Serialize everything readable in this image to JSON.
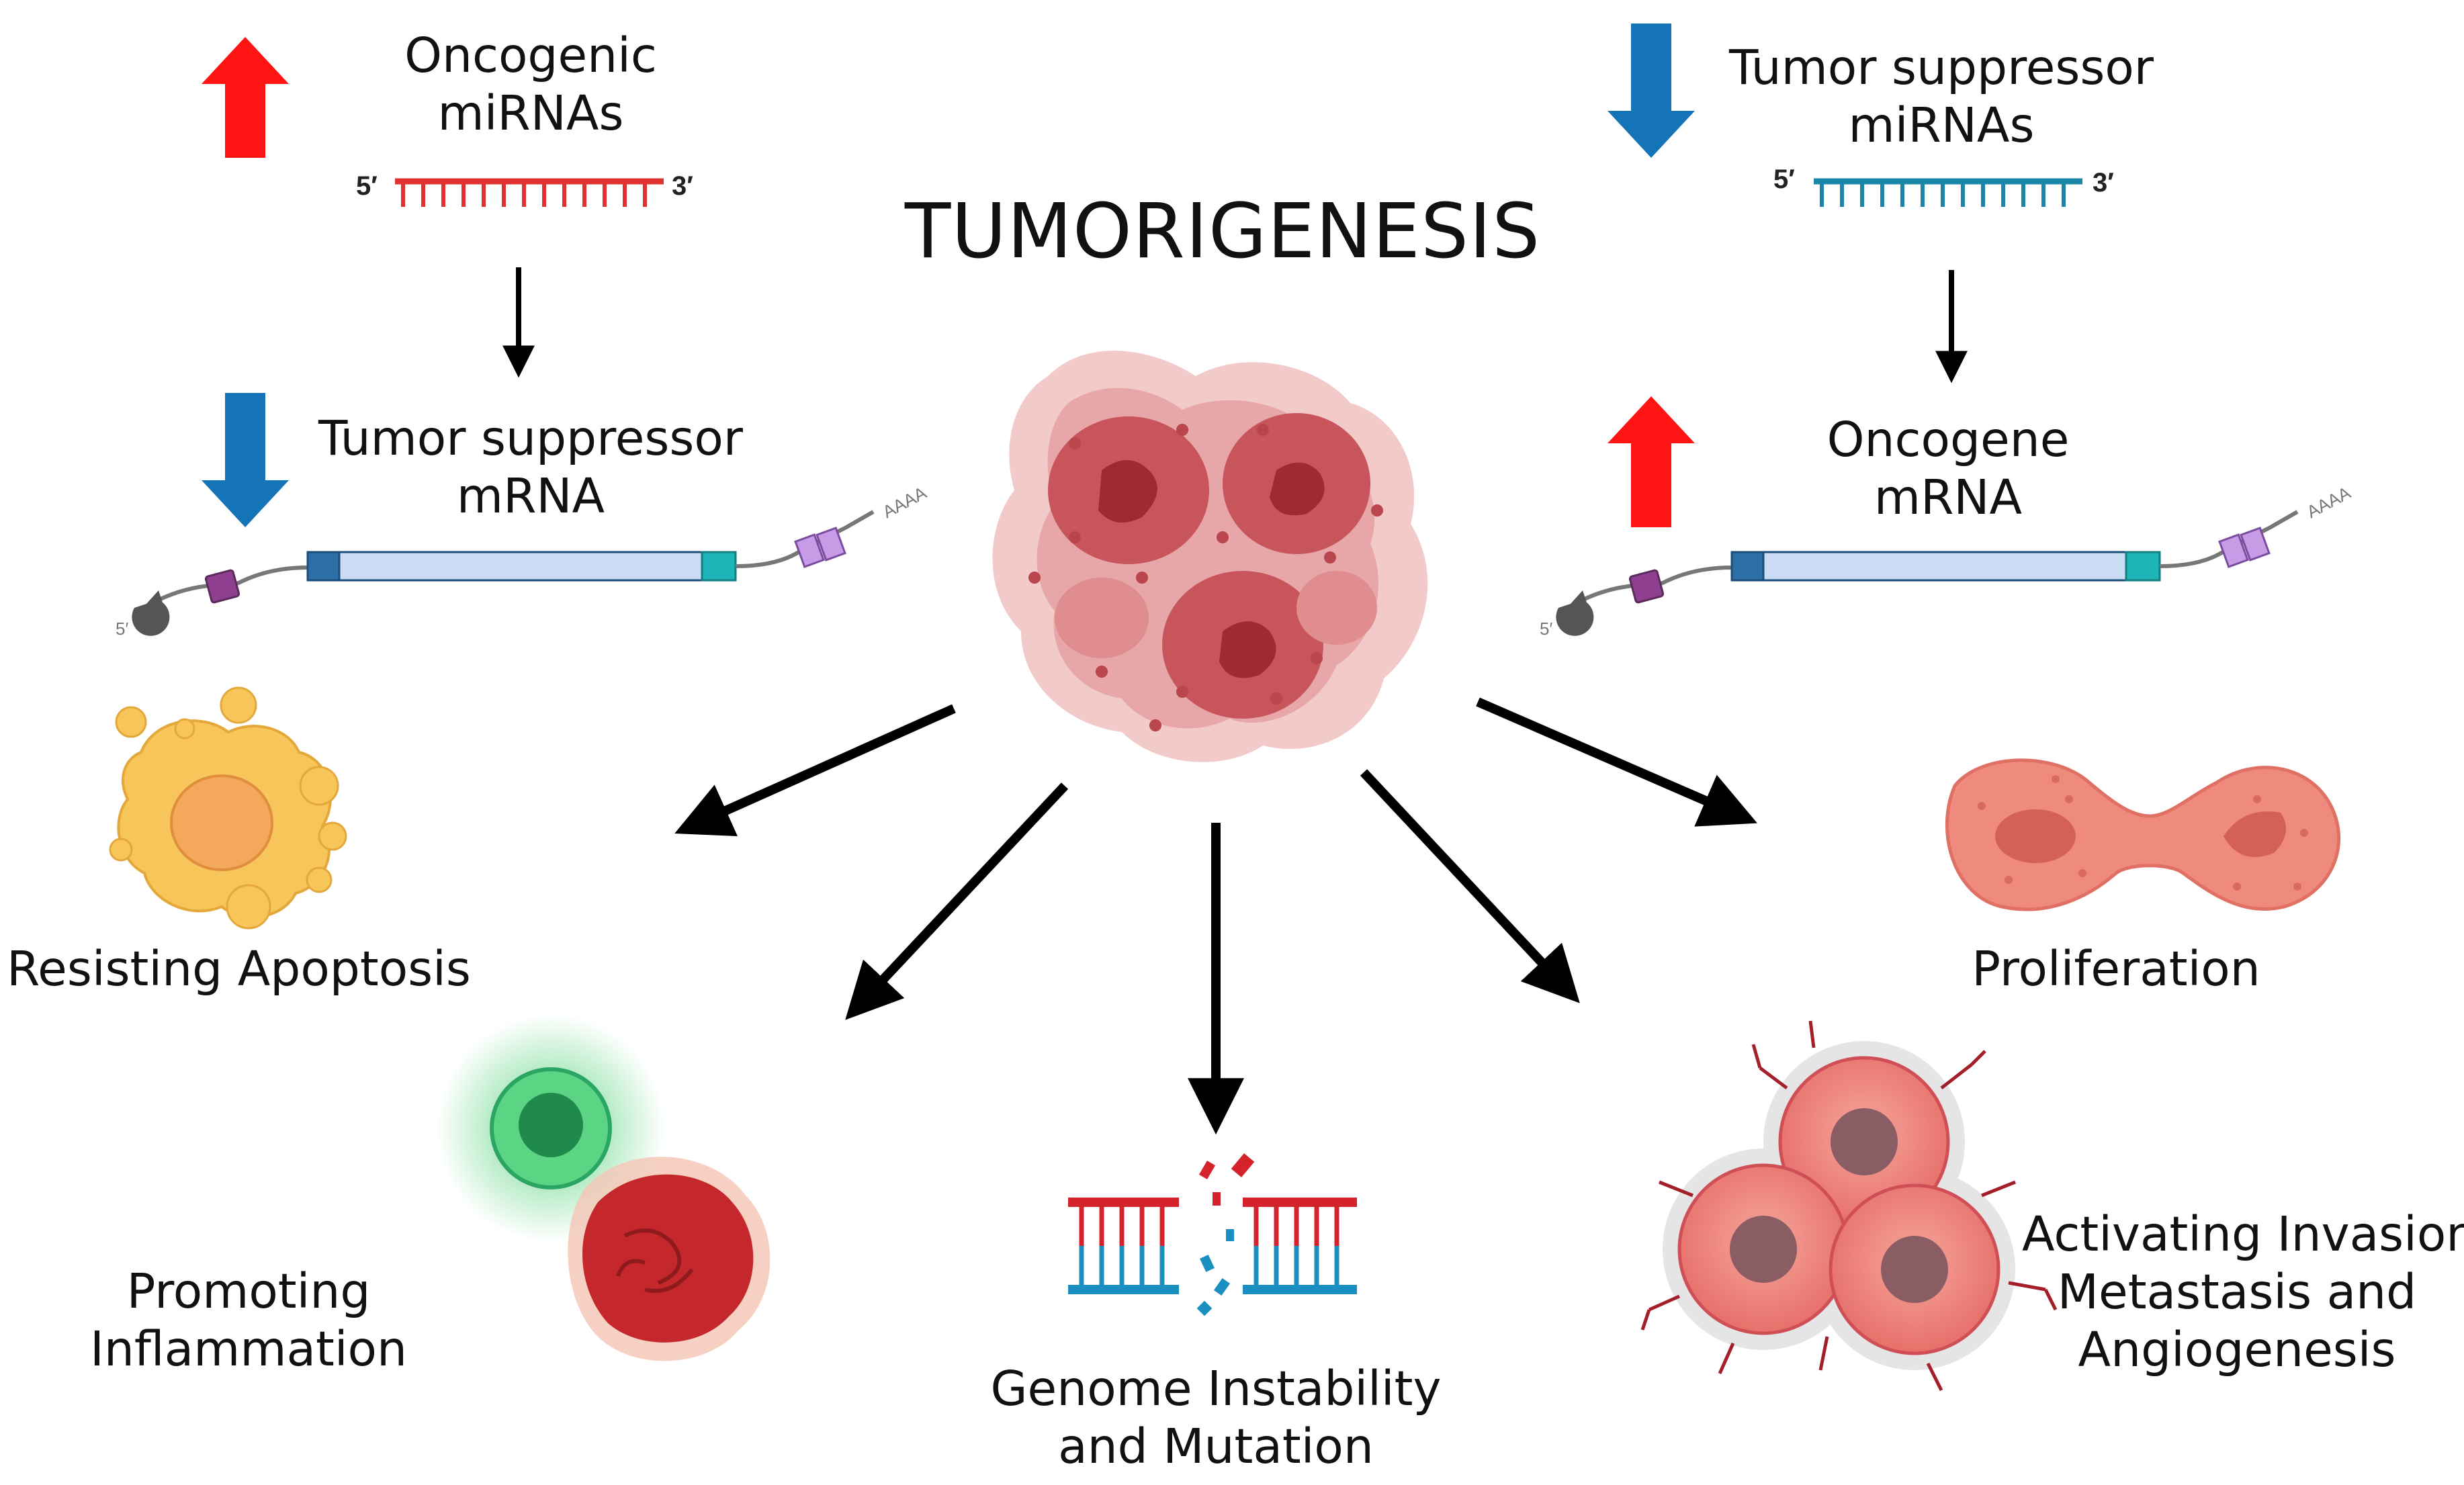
{
  "title": "TUMORIGENESIS",
  "left": {
    "mirna_label": "Oncogenic miRNAs",
    "mirna_line1": "Oncogenic",
    "mirna_line2": "miRNAs",
    "mrna_line1": "Tumor suppressor",
    "mrna_line2": "mRNA",
    "strand_five": "5′",
    "strand_three": "3′",
    "mrna_five": "5′",
    "polya": "AAAA",
    "mirna_color": "#e03030",
    "up_arrow_color": "#ff1414",
    "down_arrow_color": "#1574b8"
  },
  "right": {
    "mirna_line1": "Tumor suppressor",
    "mirna_line2": "miRNAs",
    "mrna_line1": "Oncogene",
    "mrna_line2": "mRNA",
    "strand_five": "5′",
    "strand_three": "3′",
    "mrna_five": "5′",
    "polya": "AAAA",
    "mirna_color": "#1a86a8",
    "up_arrow_color": "#ff1414",
    "down_arrow_color": "#1574b8"
  },
  "hallmarks": {
    "apoptosis": "Resisting Apoptosis",
    "inflammation_line1": "Promoting",
    "inflammation_line2": "Inflammation",
    "genome_line1": "Genome Instability",
    "genome_line2": "and Mutation",
    "invasion_line1": "Activating Invasion,",
    "invasion_line2": "Metastasis and",
    "invasion_line3": "Angiogenesis",
    "proliferation": "Proliferation"
  },
  "colors": {
    "tumor": "#c9555c",
    "apoptotic_cell": "#f7c55a",
    "proliferating_cell": "#ee8a7e",
    "dna_red": "#d4232d",
    "dna_blue": "#1b8fbf",
    "immune_cell": "#2aa563"
  }
}
